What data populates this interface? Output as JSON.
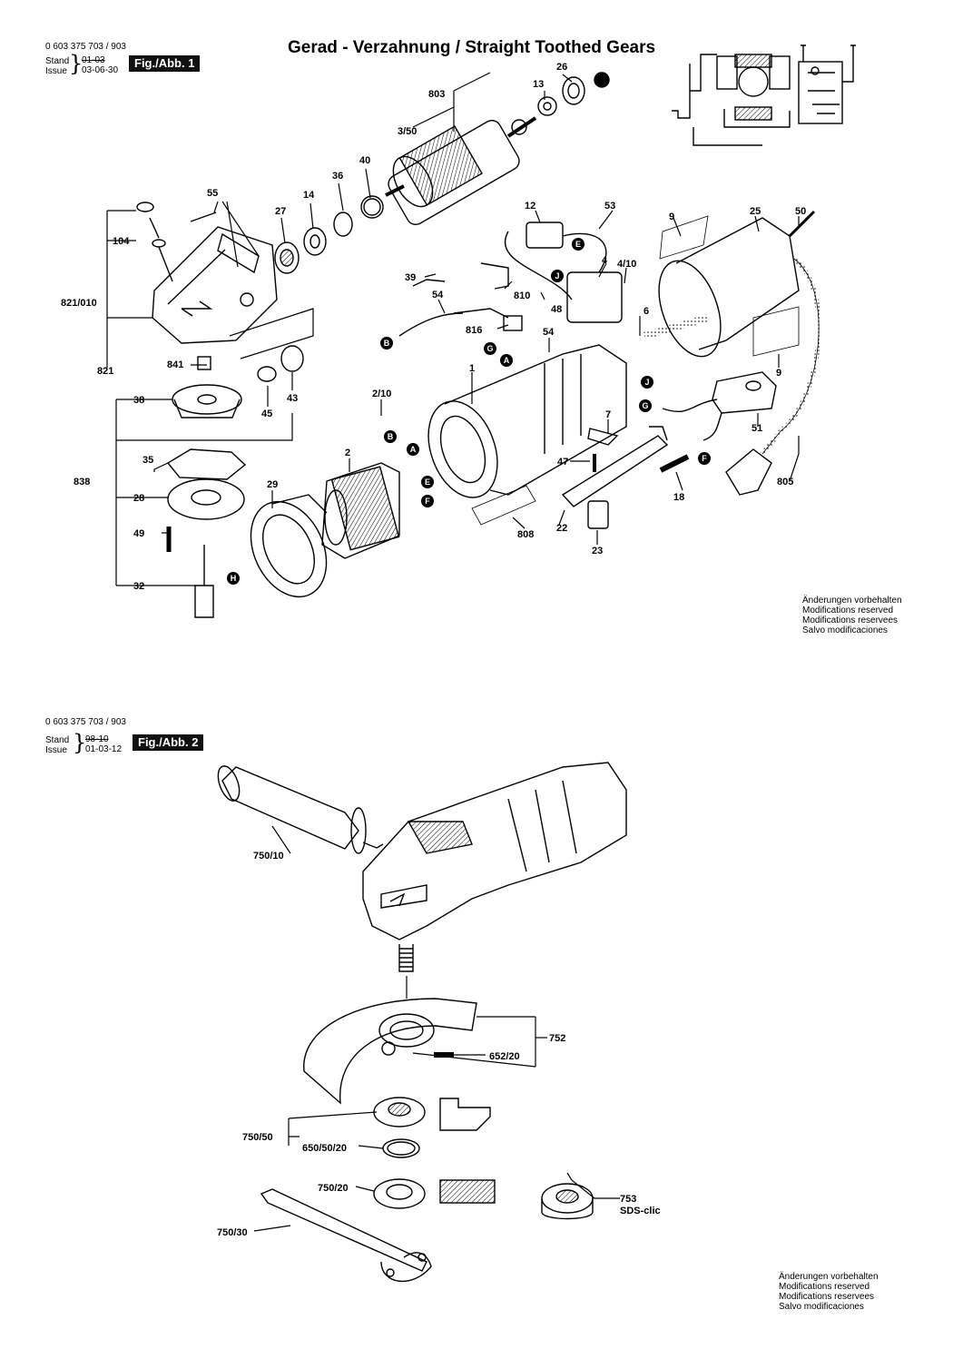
{
  "fig1": {
    "part_number": "0 603 375 703 / 903",
    "stand_label": "Stand",
    "issue_label": "Issue",
    "stand_date_struck": "01-03",
    "issue_date": "03-06-30",
    "badge": "Fig./Abb. 1",
    "title": "Gerad - Verzahnung / Straight Toothed Gears",
    "notes": [
      "Änderungen vorbehalten",
      "Modifications reserved",
      "Modifications reservees",
      "Salvo modificaciones"
    ],
    "callouts": [
      "26",
      "13",
      "803",
      "3/50",
      "40",
      "36",
      "14",
      "55",
      "27",
      "104",
      "821/010",
      "821",
      "12",
      "53",
      "9",
      "25",
      "50",
      "39",
      "54",
      "810",
      "4",
      "4/10",
      "816",
      "48",
      "54",
      "6",
      "841",
      "43",
      "45",
      "38",
      "2/10",
      "1",
      "7",
      "35",
      "838",
      "28",
      "49",
      "32",
      "2",
      "29",
      "47",
      "22",
      "18",
      "805",
      "808",
      "23",
      "51",
      "9"
    ],
    "connectors": [
      "E",
      "J",
      "B",
      "G",
      "A",
      "J",
      "G",
      "B",
      "A",
      "E",
      "F",
      "F",
      "H"
    ]
  },
  "fig2": {
    "part_number": "0 603 375 703 / 903",
    "stand_label": "Stand",
    "issue_label": "Issue",
    "stand_date_struck": "98-10",
    "issue_date": "01-03-12",
    "badge": "Fig./Abb. 2",
    "notes": [
      "Änderungen vorbehalten",
      "Modifications reserved",
      "Modifications reservees",
      "Salvo modificaciones"
    ],
    "callouts": [
      "750/10",
      "752",
      "652/20",
      "750/50",
      "650/50/20",
      "750/20",
      "753",
      "SDS-clic",
      "750/30"
    ]
  }
}
